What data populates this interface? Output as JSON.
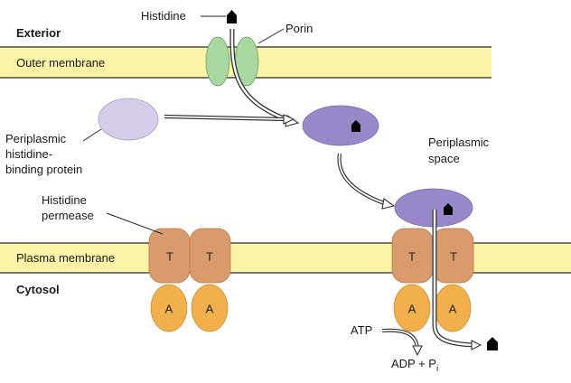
{
  "regions": {
    "exterior": "Exterior",
    "outer_membrane": "Outer membrane",
    "periplasmic_space": [
      "Periplasmic",
      "space"
    ],
    "plasma_membrane": "Plasma membrane",
    "cytosol": "Cytosol"
  },
  "labels": {
    "histidine": "Histidine",
    "porin": "Porin",
    "binding_protein": [
      "Periplasmic",
      "histidine-",
      "binding protein"
    ],
    "permease": [
      "Histidine",
      "permease"
    ],
    "atp": "ATP",
    "adp_pi": "ADP + P",
    "pi_subscript": "i"
  },
  "subunits": {
    "transmembrane": "T",
    "atpase": "A"
  },
  "colors": {
    "membrane": "#fbf3a6",
    "membrane_line": "#2a2a2a",
    "porin": "#a8d8a0",
    "binding_protein_empty": "#d6cdea",
    "binding_protein_bound": "#9887c9",
    "t_subunit": "#d99b6c",
    "a_subunit": "#f2b04d",
    "histidine": "#000000"
  },
  "icons": {
    "histidine": "house-pentagon",
    "arrow": "hollow-arrow"
  }
}
